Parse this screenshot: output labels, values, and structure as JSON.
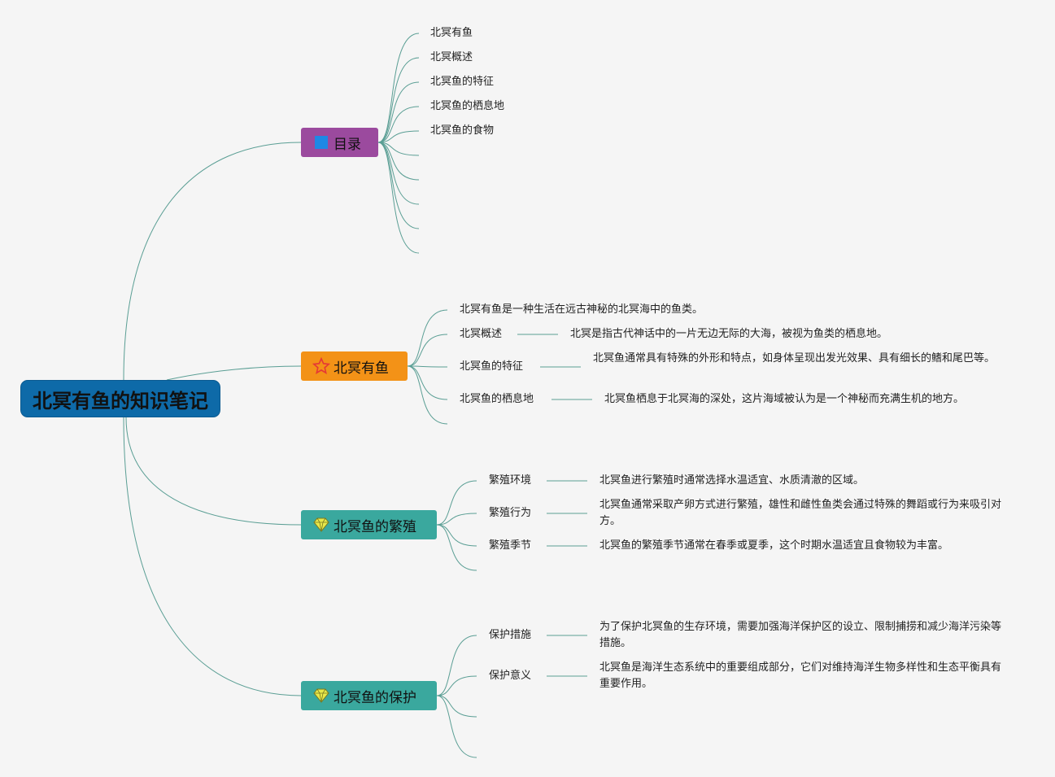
{
  "root": {
    "label": "北冥有鱼的知识笔记"
  },
  "branches": [
    {
      "label": "目录",
      "color": "#9b4a9e",
      "icon": "square-icon",
      "items": [
        "北冥有鱼",
        "北冥概述",
        "北冥鱼的特征",
        "北冥鱼的栖息地",
        "北冥鱼的食物",
        "",
        "",
        "",
        "",
        ""
      ]
    },
    {
      "label": "北冥有鱼",
      "color": "#f39217",
      "icon": "star-icon",
      "items": [
        {
          "label": "北冥有鱼是一种生活在远古神秘的北冥海中的鱼类。",
          "desc": ""
        },
        {
          "label": "北冥概述",
          "desc": "北冥是指古代神话中的一片无边无际的大海，被视为鱼类的栖息地。"
        },
        {
          "label": "北冥鱼的特征",
          "desc": "北冥鱼通常具有特殊的外形和特点，如身体呈现出发光效果、具有细长的鳍和尾巴等。"
        },
        {
          "label": "北冥鱼的栖息地",
          "desc": "北冥鱼栖息于北冥海的深处，这片海域被认为是一个神秘而充满生机的地方。"
        }
      ]
    },
    {
      "label": "北冥鱼的繁殖",
      "color": "#3aa89e",
      "icon": "diamond-icon",
      "items": [
        {
          "label": "繁殖环境",
          "desc": "北冥鱼进行繁殖时通常选择水温适宜、水质清澈的区域。"
        },
        {
          "label": "繁殖行为",
          "desc": "北冥鱼通常采取产卵方式进行繁殖，雄性和雌性鱼类会通过特殊的舞蹈或行为来吸引对方。"
        },
        {
          "label": "繁殖季节",
          "desc": "北冥鱼的繁殖季节通常在春季或夏季，这个时期水温适宜且食物较为丰富。"
        }
      ]
    },
    {
      "label": "北冥鱼的保护",
      "color": "#3aa89e",
      "icon": "diamond-icon",
      "items": [
        {
          "label": "保护措施",
          "desc": "为了保护北冥鱼的生存环境，需要加强海洋保护区的设立、限制捕捞和减少海洋污染等措施。"
        },
        {
          "label": "保护意义",
          "desc": "北冥鱼是海洋生态系统中的重要组成部分，它们对维持海洋生物多样性和生态平衡具有重要作用。"
        }
      ]
    }
  ],
  "line_color": "#5a9e94"
}
